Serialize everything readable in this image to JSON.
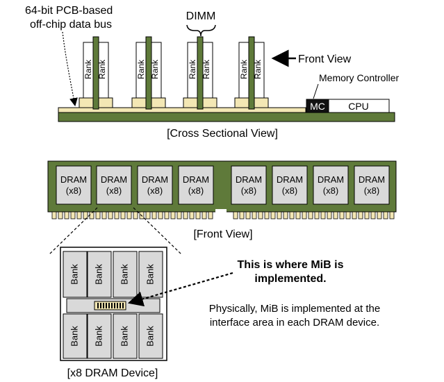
{
  "labels": {
    "bus_line1": "64-bit PCB-based",
    "bus_line2": "off-chip data bus",
    "dimm": "DIMM",
    "front_view_arrow": "Front View",
    "memory_controller": "Memory Controller",
    "mc": "MC",
    "cpu": "CPU",
    "cross_sectional_view": "[Cross Sectional View]",
    "front_view_caption": "[Front View]",
    "callout_line1": "This is where MiB is",
    "callout_line2": "implemented.",
    "desc_line1": "Physically, MiB is implemented at the",
    "desc_line2": "interface area in each DRAM device.",
    "device_caption": "[x8 DRAM Device]"
  },
  "dimm_rank_label": "Rank",
  "dram_chips": [
    {
      "line1": "DRAM",
      "line2": "(x8)"
    },
    {
      "line1": "DRAM",
      "line2": "(x8)"
    },
    {
      "line1": "DRAM",
      "line2": "(x8)"
    },
    {
      "line1": "DRAM",
      "line2": "(x8)"
    },
    {
      "line1": "DRAM",
      "line2": "(x8)"
    },
    {
      "line1": "DRAM",
      "line2": "(x8)"
    },
    {
      "line1": "DRAM",
      "line2": "(x8)"
    },
    {
      "line1": "DRAM",
      "line2": "(x8)"
    }
  ],
  "bank_label": "Bank",
  "colors": {
    "pcb_green": "#5f7a3a",
    "trace_cream": "#f3e7b4",
    "chip_gray": "#d9d9d9",
    "controller_black": "#111111"
  }
}
